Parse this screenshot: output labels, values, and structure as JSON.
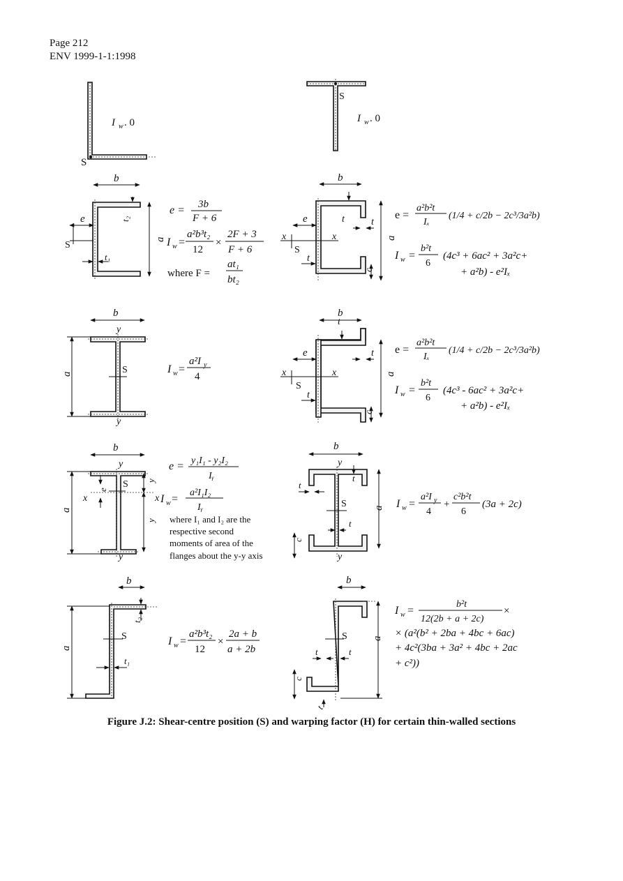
{
  "header": {
    "page": "Page 212",
    "standard": "ENV 1999-1-1:1998"
  },
  "sections": {
    "angle": {
      "formula": "I",
      "sub": "w",
      "tail": ". 0",
      "s": "S"
    },
    "tee": {
      "formula": "I",
      "sub": "w",
      "tail": ". 0",
      "s": "S"
    },
    "channel": {
      "e": "e =",
      "e_num": "3b",
      "e_den": "F + 6",
      "iw": "I",
      "iw_sub": "w",
      "iw_eq": "=",
      "iw_num": "a²b³t₂",
      "iw_den": "12",
      "iw_mul": "×",
      "iw_num2": "2F + 3",
      "iw_den2": "F + 6",
      "where": "where F =",
      "where_num": "at₁",
      "where_den": "bt₂"
    },
    "lipped_channel": {
      "e_lead": "e =",
      "e_num": "a²b²t",
      "e_den": "Iₓ",
      "e_paren": "(1/4 + c/2b − 2c³/3a²b)",
      "iw_lead": "I",
      "iw_sub": "w",
      "iw_eq": "=",
      "iw_num": "b²t",
      "iw_den": "6",
      "iw_line1": "(4c³ + 6ac² + 3a²c+",
      "iw_line2": "+ a²b) - e²Iₓ"
    },
    "i_section": {
      "iw": "I",
      "iw_sub": "w",
      "iw_eq": "=",
      "num": "a²I",
      "num_sub": "y",
      "den": "4"
    },
    "outward_lip_channel": {
      "e_lead": "e =",
      "e_num": "a²b²t",
      "e_den": "Iₓ",
      "e_paren": "(1/4 + c/2b − 2c³/3a²b)",
      "iw_lead": "I",
      "iw_sub": "w",
      "iw_eq": "=",
      "iw_num": "b²t",
      "iw_den": "6",
      "iw_line1": "(4c³ - 6ac² + 3a²c+",
      "iw_line2": "+ a²b) - e²Iₓ"
    },
    "mono_i": {
      "e_lead": "e =",
      "e_num": "y₁I₁ - y₂I₂",
      "e_den": "Iᵧ",
      "iw_lead": "I",
      "iw_sub": "w",
      "iw_eq": "=",
      "iw_num": "a²I₁I₂",
      "iw_den": "Iᵧ",
      "where1": "where I₁ and I₂ are the",
      "where2": "respective second",
      "where3": "moments of area of the",
      "where4": "flanges about the y-y axis"
    },
    "lipped_i": {
      "iw_lead": "I",
      "iw_sub": "w",
      "iw_eq": "=",
      "n1": "a²I",
      "n1_sub": "y",
      "d1": "4",
      "plus": "+",
      "n2": "c²b²t",
      "d2": "6",
      "tail": "(3a + 2c)"
    },
    "z_section": {
      "iw_lead": "I",
      "iw_sub": "w",
      "iw_eq": "=",
      "num": "a²b³t₂",
      "den": "12",
      "mul": "×",
      "num2": "2a + b",
      "den2": "a + 2b"
    },
    "lipped_z": {
      "iw_lead": "I",
      "iw_sub": "w",
      "iw_eq": "=",
      "num": "b²t",
      "den": "12(2b + a + 2c)",
      "mul": "×",
      "line1": "× (a²(b² + 2ba + 4bc + 6ac)",
      "line2": "+ 4c²(3ba + 3a² + 4bc + 2ac",
      "line3": "+ c²))"
    }
  },
  "labels": {
    "a": "a",
    "b": "b",
    "c": "c",
    "e": "e",
    "t": "t",
    "t1": "t₁",
    "t2": "t₂",
    "x": "x",
    "y": "y",
    "S": "S"
  },
  "caption": "Figure J.2: Shear-centre position (S) and warping factor (H) for certain thin-walled sections"
}
